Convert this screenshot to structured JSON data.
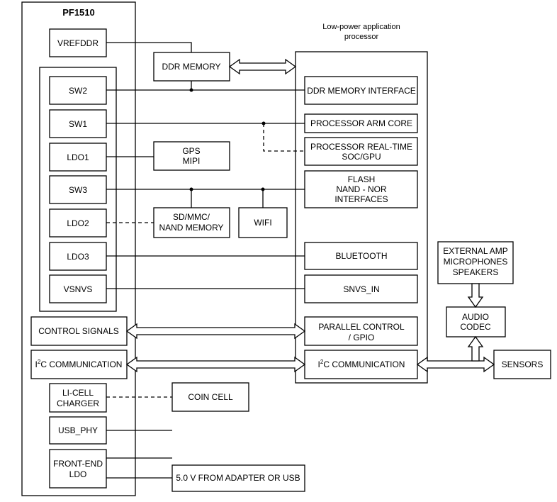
{
  "pmic": {
    "title": "PF1510",
    "vrefddr": "VREFDDR",
    "sw2": "SW2",
    "sw1": "SW1",
    "ldo1": "LDO1",
    "sw3": "SW3",
    "ldo2": "LDO2",
    "ldo3": "LDO3",
    "vsnvs": "VSNVS",
    "control_signals": "CONTROL SIGNALS",
    "i2c_prefix": "I",
    "i2c_sup": "2",
    "i2c_suffix": "C COMMUNICATION",
    "li_cell_1": "LI-CELL",
    "li_cell_2": "CHARGER",
    "usb_phy": "USB_PHY",
    "front_end_1": "FRONT-END",
    "front_end_2": "LDO"
  },
  "processor": {
    "title_1": "Low-power application",
    "title_2": "processor",
    "ddr_interface": "DDR MEMORY INTERFACE",
    "arm_core": "PROCESSOR ARM CORE",
    "realtime_1": "PROCESSOR REAL-TIME",
    "realtime_2": "SOC/GPU",
    "flash_1": "FLASH",
    "flash_2": "NAND - NOR",
    "flash_3": "INTERFACES",
    "bluetooth": "BLUETOOTH",
    "snvs_in": "SNVS_IN",
    "parallel_1": "PARALLEL CONTROL",
    "parallel_2": "/ GPIO",
    "i2c_prefix": "I",
    "i2c_sup": "2",
    "i2c_suffix": "C COMMUNICATION"
  },
  "peripherals": {
    "ddr_memory": "DDR MEMORY",
    "gps_1": "GPS",
    "gps_2": "MIPI",
    "sd_1": "SD/MMC/",
    "sd_2": "NAND MEMORY",
    "wifi": "WIFI",
    "coin_cell": "COIN CELL",
    "adapter": "5.0 V FROM ADAPTER OR USB",
    "ext_1": "EXTERNAL AMP",
    "ext_2": "MICROPHONES",
    "ext_3": "SPEAKERS",
    "codec_1": "AUDIO",
    "codec_2": "CODEC",
    "sensors": "SENSORS"
  }
}
